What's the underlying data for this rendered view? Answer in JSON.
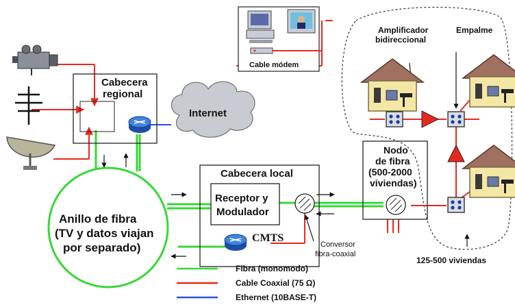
{
  "labels": {
    "cabecera_regional": [
      "Cabecera",
      "regional"
    ],
    "internet": "Internet",
    "cable_modem": "Cable módem",
    "amplificador": [
      "Amplificador",
      "bidireccional"
    ],
    "empalme": "Empalme",
    "cabecera_local": "Cabecera local",
    "receptor": [
      "Receptor y",
      "Modulador"
    ],
    "cmts": "CMTS",
    "nodo": [
      "Nodo",
      "de fibra",
      "(500-2000",
      "viviendas)"
    ],
    "anillo": [
      "Anillo de fibra",
      "(TV y datos viajan",
      "por separado)"
    ],
    "conversor": [
      "Conversor",
      "fibra-coaxial"
    ],
    "viviendas": "125-500 viviendas"
  },
  "legend": [
    {
      "label": "Fibra (monomodo)",
      "color": "#36d836"
    },
    {
      "label": "Cable Coaxial (75 Ω)",
      "color": "#e8281e"
    },
    {
      "label": "Ethernet (10BASE-T)",
      "color": "#2850e0"
    }
  ],
  "colors": {
    "fiber": "#36d836",
    "coax": "#e8281e",
    "ethernet": "#2850e0",
    "router": "#2a6fd0",
    "cloud": "#c8ccd2",
    "house_roof": "#a07060",
    "house_wall": "#f3e7a6"
  },
  "icons": [
    "camera-icon",
    "antenna-icon",
    "satellite-dish-icon",
    "router-icon",
    "cloud-icon",
    "computer-icon",
    "monitor-icon",
    "cable-modem-icon",
    "house-icon",
    "amplifier-icon",
    "splitter-icon",
    "converter-icon"
  ]
}
